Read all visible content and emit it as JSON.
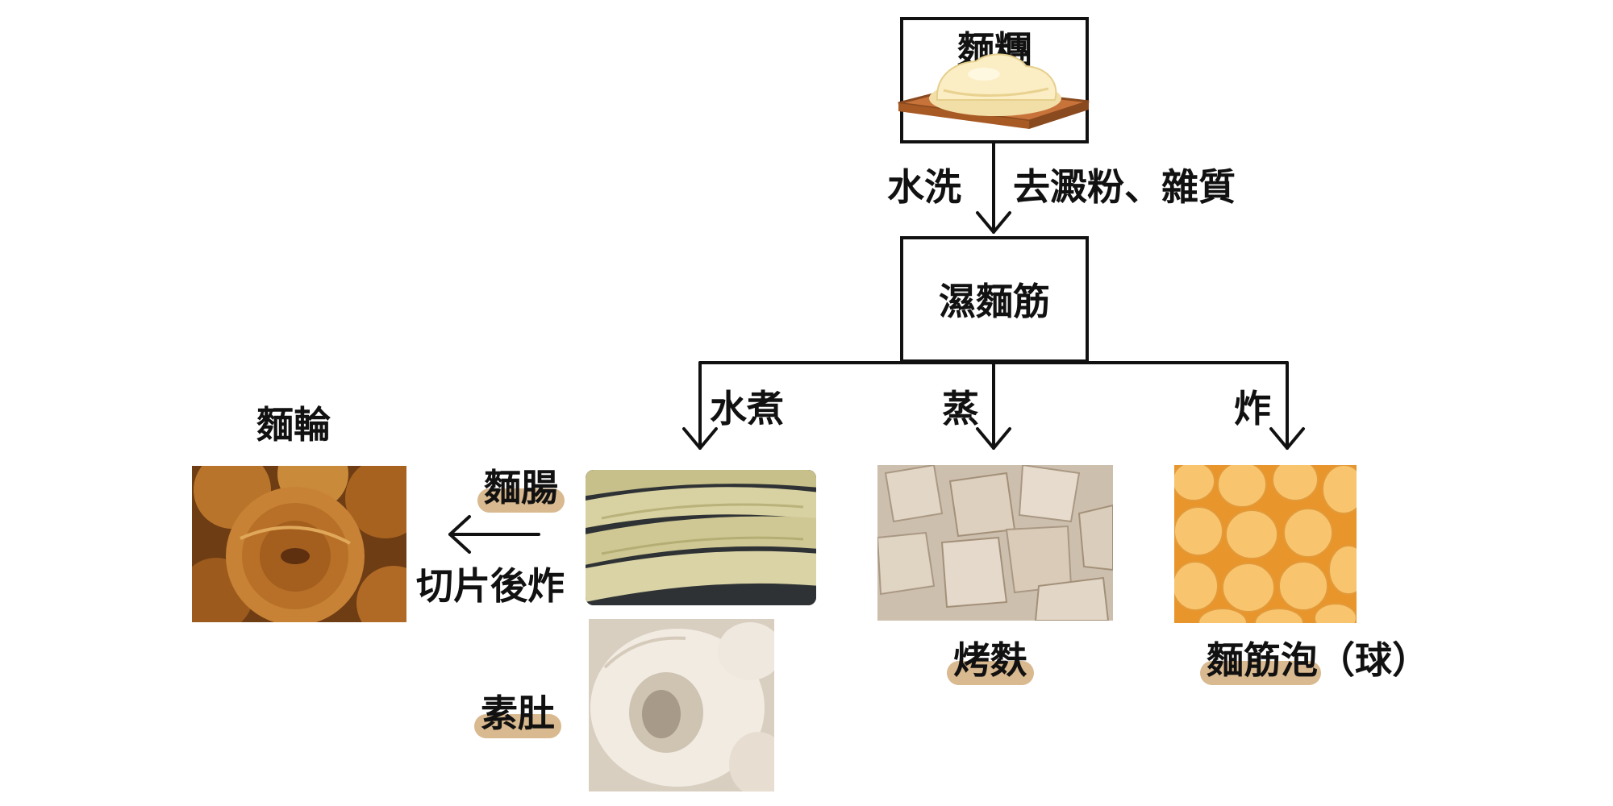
{
  "nodes": {
    "dough": {
      "label": "麵糰"
    },
    "wet_gluten": {
      "label": "濕麵筋"
    }
  },
  "edges": {
    "wash": {
      "label": "水洗"
    },
    "wash_note": {
      "label": "去澱粉、雜質"
    },
    "boil": {
      "label": "水煮"
    },
    "steam": {
      "label": "蒸"
    },
    "fry": {
      "label": "炸"
    },
    "slice_fry": {
      "label": "切片後炸"
    }
  },
  "products": {
    "gluten_ring": {
      "label": "麵輪"
    },
    "gluten_sausage": {
      "label": "麵腸"
    },
    "vegetarian_tripe": {
      "label": "素肚"
    },
    "kaofu": {
      "label": "烤麩"
    },
    "gluten_puff": {
      "label": "麵筋泡（球）"
    }
  },
  "colors": {
    "line": "#111111",
    "highlight": "#d9b98f"
  }
}
